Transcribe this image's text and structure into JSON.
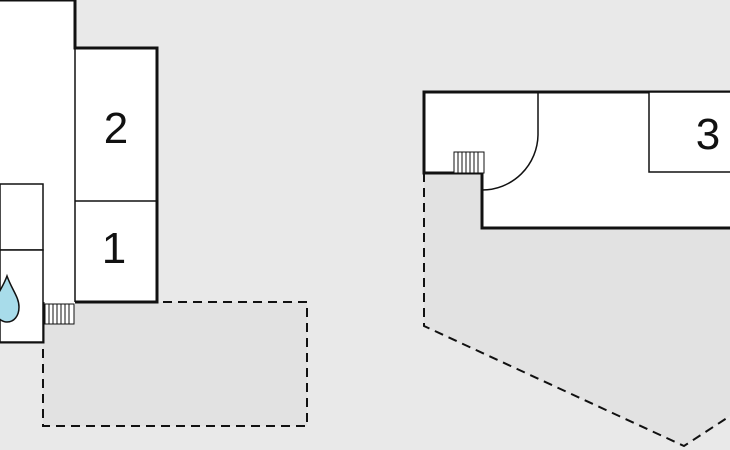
{
  "rooms": {
    "room_1": {
      "label": "1"
    },
    "room_2": {
      "label": "2"
    },
    "room_3": {
      "label": "3"
    }
  },
  "icons": {
    "water": "water-drop-icon",
    "stairs": "stairs-icon",
    "door": "door-swing-icon"
  },
  "colors": {
    "background": "#e9e9e9",
    "wall": "#111111",
    "room_fill": "#ffffff",
    "terrace_fill": "#e2e2e2",
    "water": "#a8dcea"
  }
}
